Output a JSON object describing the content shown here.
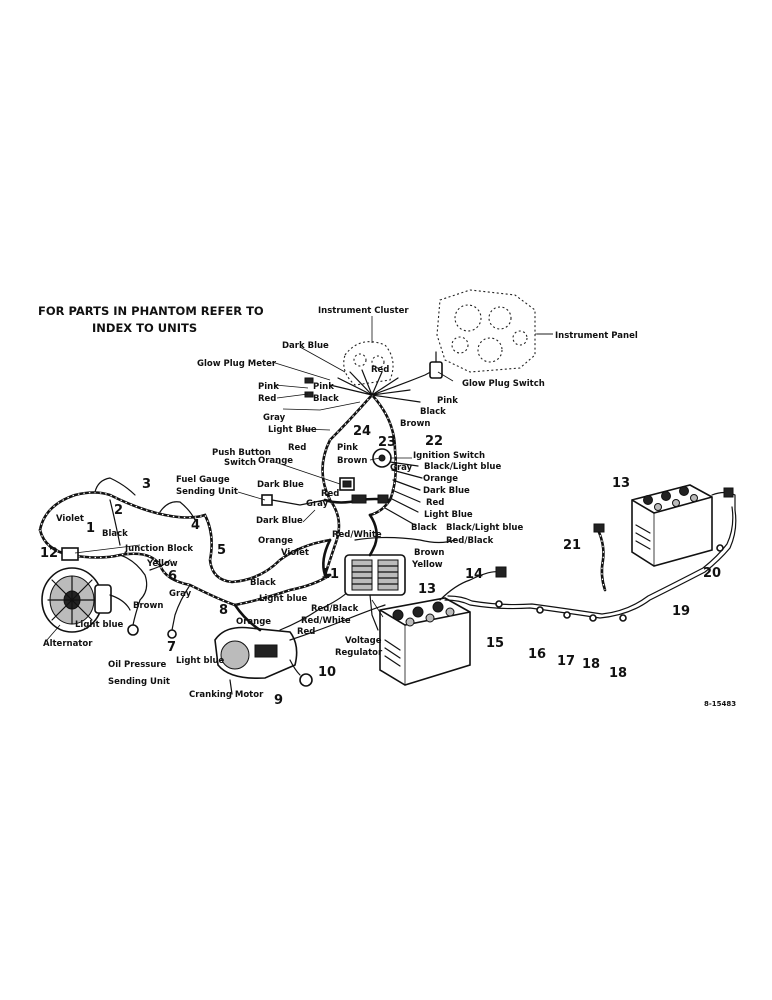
{
  "title": {
    "line1": "FOR PARTS IN PHANTOM REFER TO",
    "line2": "INDEX TO UNITS"
  },
  "drawing_number": "8-15483",
  "component_labels": {
    "instrument_cluster": "Instrument Cluster",
    "instrument_panel": "Instrument Panel",
    "glow_plug_meter": "Glow Plug Meter",
    "glow_plug_switch": "Glow Plug Switch",
    "push_button_switch_1": "Push Button",
    "push_button_switch_2": "Switch",
    "fuel_gauge_1": "Fuel Gauge",
    "fuel_gauge_2": "Sending Unit",
    "ignition_switch": "Ignition Switch",
    "junction_block": "Junction Block",
    "alternator": "Alternator",
    "oil_pressure_1": "Oil Pressure",
    "oil_pressure_2": "Sending Unit",
    "cranking_motor": "Cranking Motor",
    "voltage_regulator_1": "Voltage",
    "voltage_regulator_2": "Regulator"
  },
  "wire_labels": {
    "dark_blue_top": "Dark Blue",
    "red_cluster": "Red",
    "pink_1": "Pink",
    "pink_2": "Pink",
    "red_left": "Red",
    "black_cluster": "Black",
    "gray_1": "Gray",
    "light_blue_1": "Light Blue",
    "pink_right": "Pink",
    "black_right": "Black",
    "brown_right": "Brown",
    "red_mid": "Red",
    "orange_mid": "Orange",
    "pink_mid": "Pink",
    "brown_mid": "Brown",
    "gray_2": "Gray",
    "black_lightblue_1": "Black/Light blue",
    "orange_r": "Orange",
    "dark_blue_r": "Dark Blue",
    "red_r": "Red",
    "light_blue_r": "Light Blue",
    "black_r": "Black",
    "black_lightblue_2": "Black/Light blue",
    "red_black_1": "Red/Black",
    "brown_low": "Brown",
    "yellow_low": "Yellow",
    "dark_blue_fg1": "Dark Blue",
    "red_fg": "Red",
    "gray_fg": "Gray",
    "dark_blue_fg2": "Dark Blue",
    "orange_fg": "Orange",
    "violet_fg": "Violet",
    "red_white_1": "Red/White",
    "violet_left": "Violet",
    "black_left": "Black",
    "yellow_left": "Yellow",
    "brown_left": "Brown",
    "gray_left": "Gray",
    "light_blue_left": "Light blue",
    "black_harness": "Black",
    "light_blue_harness": "Light blue",
    "red_black_2": "Red/Black",
    "red_white_2": "Red/White",
    "orange_low": "Orange",
    "red_low": "Red",
    "light_blue_low": "Light blue"
  },
  "callouts": [
    "1",
    "2",
    "3",
    "4",
    "5",
    "6",
    "7",
    "8",
    "9",
    "10",
    "11",
    "12",
    "13",
    "13",
    "14",
    "15",
    "16",
    "17",
    "18",
    "18",
    "19",
    "20",
    "21",
    "22",
    "23",
    "24"
  ]
}
